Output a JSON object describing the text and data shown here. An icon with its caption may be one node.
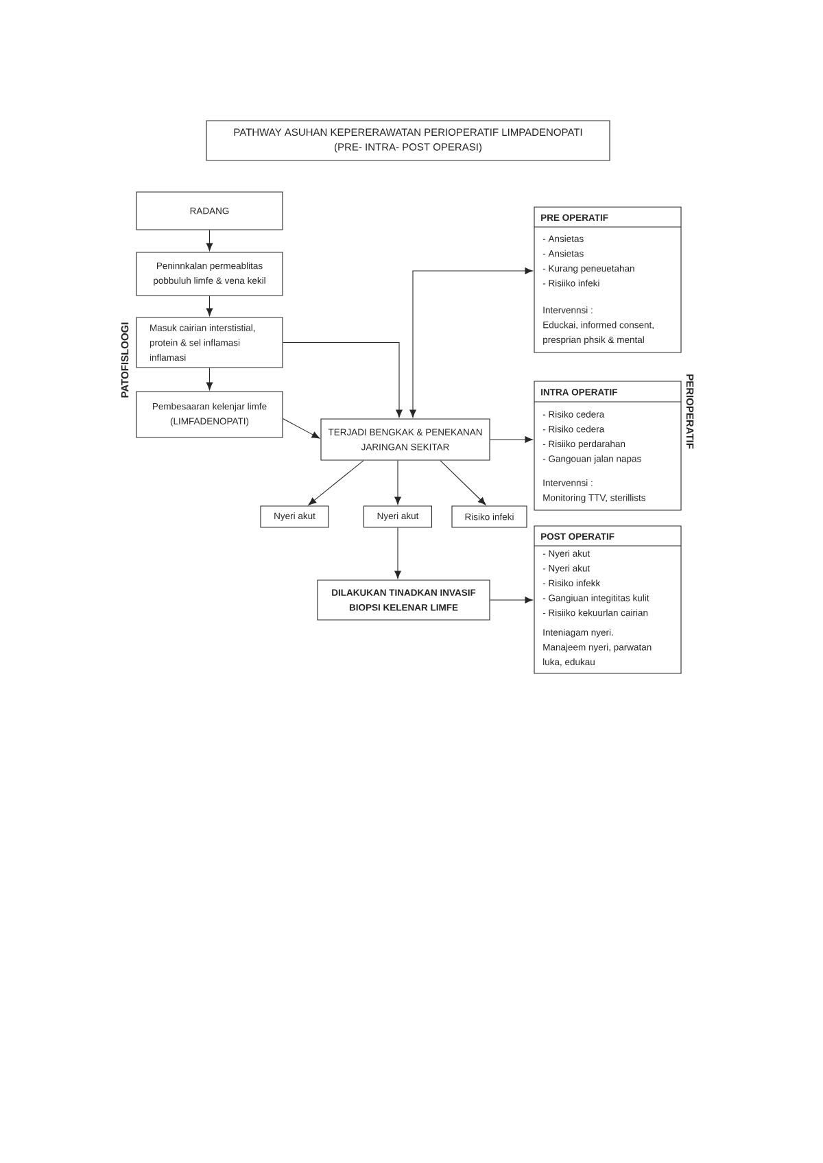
{
  "diagram": {
    "title": "PATHWAY ASUHAN KEPERERAWATAN PERIOPERATIF LIMPADENOPATI (PRE- INTRA- POST OPERASI)",
    "nodes": [
      {
        "text": [
          "RADANG"
        ]
      },
      {
        "text": [
          "Peninnkalan permeablitas pobbuluh limfe & vena kekil"
        ]
      },
      {
        "text": [
          "Masuk cairian interstistial, protein & sel inflamasi inflamasi"
        ]
      },
      {
        "text": [
          "Pembesaaran kelenjar limfe (LIMFADENOPATI)"
        ]
      },
      {
        "text": [
          "TERJADI BENGKAK & PENEKANAN JARINGAN SEKITAR"
        ]
      },
      {
        "text": [
          "Nyeri akut"
        ]
      },
      {
        "text": [
          "Nyeri akut"
        ]
      },
      {
        "text": [
          "Risiko infeki"
        ]
      },
      {
        "text": [
          "DILAKUKAN TINADKAN INVASIF BIOPSI KELENAR LIMFE"
        ]
      },
      {
        "text": [
          "PRE OPERATIF",
          "- Ansietas",
          "- Ansietas",
          "- Kurang peneuetahan",
          "- Risiiko infeki",
          "Intervennsi :",
          "Educkai, informed consent, presprian phsik & mental"
        ]
      },
      {
        "text": [
          "INTRA OPERATIF",
          "- Risiko cedera",
          "- Risiko cedera",
          "- Risiiko perdarahan",
          "- Gangouan jalan napas",
          "Intervennsi :",
          "Monitoring TTV, sterillists"
        ]
      },
      {
        "text": [
          "POST OPERATIF",
          "- Nyeri akut",
          "- Nyeri akut",
          "- Risiko infekk",
          "- Gangiuan integititas kulit",
          "- Risiiko kekuurlan cairian",
          "Inteniagam nyeri.",
          "Manajeem nyeri, parwatan luka, edukau"
        ]
      }
    ],
    "edges": [
      {
        "from": 0,
        "to": 1,
        "arrow": "to"
      },
      {
        "from": 1,
        "to": 2,
        "arrow": "to"
      },
      {
        "from": 2,
        "to": 3,
        "arrow": "to"
      },
      {
        "from": 2,
        "to": 4,
        "arrow": "to"
      },
      {
        "from": 3,
        "to": 4,
        "arrow": "to"
      },
      {
        "from": 4,
        "to": 9,
        "arrow": "both"
      },
      {
        "from": 4,
        "to": 10,
        "arrow": "to"
      },
      {
        "from": 4,
        "to": 5,
        "arrow": "to"
      },
      {
        "from": 4,
        "to": 6,
        "arrow": "to"
      },
      {
        "from": 4,
        "to": 7,
        "arrow": "to"
      },
      {
        "from": 6,
        "to": 8,
        "arrow": "to"
      },
      {
        "from": 8,
        "to": 11,
        "arrow": "to"
      }
    ],
    "labels": [
      "PATOFISLOOGI",
      "PERIOPERATIF"
    ]
  }
}
